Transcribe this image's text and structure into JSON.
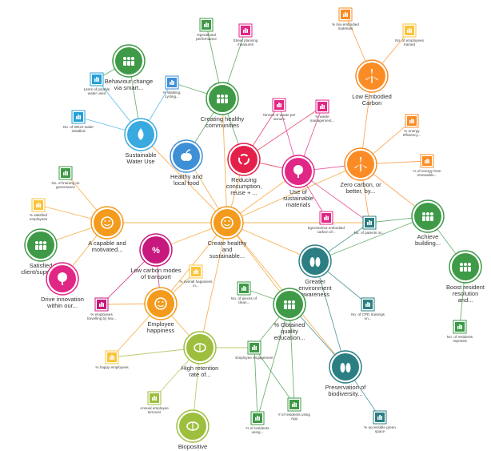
{
  "colors": {
    "orange": "#f49a1c",
    "deep_orange": "#fb8c25",
    "yellow": "#fbc43b",
    "green": "#3f9a47",
    "dark_green": "#2f7a3e",
    "lime": "#9ebf3e",
    "teal": "#2b7f83",
    "blue": "#3d8fd6",
    "light_blue": "#25a0d8",
    "sky": "#39a9e0",
    "magenta": "#c7187e",
    "pink": "#e12786",
    "red": "#e4204a",
    "olive": "#8fb43a"
  },
  "nodes": [
    {
      "id": "n1",
      "label": "Behaviour change via smart...",
      "icon": "people-icon",
      "color": "green",
      "kind": "goal"
    },
    {
      "id": "n2",
      "label": "Sustainable Water Use",
      "icon": "water-drop-icon",
      "color": "sky",
      "kind": "goal"
    },
    {
      "id": "n3",
      "label": "Creating healthy communities",
      "icon": "people-icon",
      "color": "green",
      "kind": "goal"
    },
    {
      "id": "n4",
      "label": "Healthy and local food",
      "icon": "apple-icon",
      "color": "blue",
      "kind": "goal"
    },
    {
      "id": "n5",
      "label": "Reducing consumption, reuse + ...",
      "icon": "recycle-icon",
      "color": "red",
      "kind": "goal"
    },
    {
      "id": "n6",
      "label": "Use of sustainable materials",
      "icon": "tree-icon",
      "color": "pink",
      "kind": "goal"
    },
    {
      "id": "n7",
      "label": "Low Embodied Carbon",
      "icon": "wind-turbine-icon",
      "color": "deep_orange",
      "kind": "goal"
    },
    {
      "id": "n8",
      "label": "Zero carbon, or better, by...",
      "icon": "wind-turbine-icon",
      "color": "deep_orange",
      "kind": "goal"
    },
    {
      "id": "n9",
      "label": "Achieve building...",
      "icon": "people-icon",
      "color": "green",
      "kind": "goal"
    },
    {
      "id": "n10",
      "label": "Boost resident resolution and...",
      "icon": "people-icon",
      "color": "green",
      "kind": "goal"
    },
    {
      "id": "n11",
      "label": "Greater environment awareness",
      "icon": "lungs-icon",
      "color": "teal",
      "kind": "goal"
    },
    {
      "id": "n12",
      "label": "% Obtained quality education...",
      "icon": "people-icon",
      "color": "green",
      "kind": "goal"
    },
    {
      "id": "n13",
      "label": "Preservation of biodiversity...",
      "icon": "lungs-icon",
      "color": "teal",
      "kind": "goal"
    },
    {
      "id": "n14",
      "label": "Create healthy and sustainable...",
      "icon": "smile-icon",
      "color": "orange",
      "kind": "goal"
    },
    {
      "id": "n15",
      "label": "A capable and motivated...",
      "icon": "smile-icon",
      "color": "orange",
      "kind": "goal"
    },
    {
      "id": "n16",
      "label": "Satisfied client/suppliers",
      "icon": "people-icon",
      "color": "green",
      "kind": "goal"
    },
    {
      "id": "n17",
      "label": "Drive innovation within our...",
      "icon": "tree-icon",
      "color": "pink",
      "kind": "goal"
    },
    {
      "id": "n18",
      "label": "Low carbon modes of transport",
      "icon": "percent-icon",
      "color": "magenta",
      "kind": "goal"
    },
    {
      "id": "n19",
      "label": "Employee happiness",
      "icon": "smile-icon",
      "color": "orange",
      "kind": "goal"
    },
    {
      "id": "n20",
      "label": "High retention rate of...",
      "icon": "brain-icon",
      "color": "lime",
      "kind": "goal"
    },
    {
      "id": "n21",
      "label": "Biopositive local",
      "icon": "brain-icon",
      "color": "lime",
      "kind": "goal"
    },
    {
      "id": "k1",
      "label": "Liters of potable water used",
      "color": "light_blue",
      "kind": "kpi"
    },
    {
      "id": "k2",
      "label": "No. of IWUS water installed",
      "color": "light_blue",
      "kind": "kpi"
    },
    {
      "id": "k3",
      "label": "Operational performance",
      "color": "green",
      "kind": "kpi"
    },
    {
      "id": "k4",
      "label": "% Walking, cycling...",
      "color": "blue",
      "kind": "kpi"
    },
    {
      "id": "k5",
      "label": "Street planning measures",
      "color": "pink",
      "kind": "kpi"
    },
    {
      "id": "k6",
      "label": "Tonnes of waste per annum",
      "color": "pink",
      "kind": "kpi"
    },
    {
      "id": "k7",
      "label": "% waste management...",
      "color": "pink",
      "kind": "kpi"
    },
    {
      "id": "k8",
      "label": "% low embodied materials",
      "color": "deep_orange",
      "kind": "kpi"
    },
    {
      "id": "k9",
      "label": "No. of employees trained",
      "color": "yellow",
      "kind": "kpi"
    },
    {
      "id": "k10",
      "label": "% energy efficiency...",
      "color": "deep_orange",
      "kind": "kpi"
    },
    {
      "id": "k11",
      "label": "% of energy from renewable...",
      "color": "deep_orange",
      "kind": "kpi"
    },
    {
      "id": "k12",
      "label": "kgCO2e/m2 embodied carbon of...",
      "color": "pink",
      "kind": "kpi"
    },
    {
      "id": "k13",
      "label": "No. of patents on...",
      "color": "teal",
      "kind": "kpi"
    },
    {
      "id": "k14",
      "label": "No. of training on governance",
      "color": "green",
      "kind": "kpi"
    },
    {
      "id": "k15",
      "label": "% satisfied employees",
      "color": "yellow",
      "kind": "kpi"
    },
    {
      "id": "k16",
      "label": "% overall happiness in...",
      "color": "yellow",
      "kind": "kpi"
    },
    {
      "id": "k17",
      "label": "% employees travelling by low...",
      "color": "magenta",
      "kind": "kpi"
    },
    {
      "id": "k18",
      "label": "No. of pieces of clean...",
      "color": "green",
      "kind": "kpi"
    },
    {
      "id": "k19",
      "label": "No. of CPD trainings on...",
      "color": "teal",
      "kind": "kpi"
    },
    {
      "id": "k20",
      "label": "No. of residents reported",
      "color": "green",
      "kind": "kpi"
    },
    {
      "id": "k21",
      "label": "% happy employees",
      "color": "yellow",
      "kind": "kpi"
    },
    {
      "id": "k22",
      "label": "Employee engagement",
      "color": "green",
      "kind": "kpi"
    },
    {
      "id": "k23",
      "label": "Annual employee turnover",
      "color": "lime",
      "kind": "kpi"
    },
    {
      "id": "k24",
      "label": "% of residents using...",
      "color": "green",
      "kind": "kpi"
    },
    {
      "id": "k25",
      "label": "# of residents using App",
      "color": "green",
      "kind": "kpi"
    },
    {
      "id": "k26",
      "label": "% accessible green space",
      "color": "teal",
      "kind": "kpi"
    }
  ],
  "edges": [
    [
      "n14",
      "n3"
    ],
    [
      "n14",
      "n4"
    ],
    [
      "n14",
      "n5"
    ],
    [
      "n14",
      "n6"
    ],
    [
      "n14",
      "n8"
    ],
    [
      "n14",
      "n11"
    ],
    [
      "n14",
      "n12"
    ],
    [
      "n14",
      "n15"
    ],
    [
      "n14",
      "n18"
    ],
    [
      "n14",
      "n19"
    ],
    [
      "n14",
      "n20"
    ],
    [
      "n14",
      "n2"
    ],
    [
      "n14",
      "n13"
    ],
    [
      "n14",
      "k13"
    ],
    [
      "n1",
      "n2"
    ],
    [
      "n1",
      "k1"
    ],
    [
      "n2",
      "k1"
    ],
    [
      "n2",
      "k2"
    ],
    [
      "n2",
      "k4"
    ],
    [
      "n3",
      "k3"
    ],
    [
      "n3",
      "k5"
    ],
    [
      "n3",
      "k4"
    ],
    [
      "n3",
      "n4"
    ],
    [
      "n3",
      "n5"
    ],
    [
      "n5",
      "k6"
    ],
    [
      "n5",
      "k7"
    ],
    [
      "n5",
      "n6"
    ],
    [
      "n6",
      "k6"
    ],
    [
      "n6",
      "k7"
    ],
    [
      "n6",
      "k12"
    ],
    [
      "n6",
      "n8"
    ],
    [
      "n6",
      "k13"
    ],
    [
      "n7",
      "k8"
    ],
    [
      "n7",
      "k9"
    ],
    [
      "n7",
      "n8"
    ],
    [
      "n8",
      "k10"
    ],
    [
      "n8",
      "k11"
    ],
    [
      "n8",
      "n9"
    ],
    [
      "n8",
      "k13"
    ],
    [
      "n9",
      "k13"
    ],
    [
      "n9",
      "n10"
    ],
    [
      "n9",
      "n11"
    ],
    [
      "n10",
      "k20"
    ],
    [
      "n11",
      "k19"
    ],
    [
      "n11",
      "k13"
    ],
    [
      "n11",
      "n13"
    ],
    [
      "n12",
      "k18"
    ],
    [
      "n12",
      "k25"
    ],
    [
      "n12",
      "k24"
    ],
    [
      "n13",
      "k26"
    ],
    [
      "n13",
      "n12"
    ],
    [
      "n15",
      "k14"
    ],
    [
      "n15",
      "k15"
    ],
    [
      "n15",
      "n16"
    ],
    [
      "n15",
      "n17"
    ],
    [
      "n18",
      "k17"
    ],
    [
      "n18",
      "n19"
    ],
    [
      "n19",
      "k16"
    ],
    [
      "n19",
      "k17"
    ],
    [
      "n19",
      "k21"
    ],
    [
      "n19",
      "n20"
    ],
    [
      "n20",
      "k22"
    ],
    [
      "n20",
      "k23"
    ],
    [
      "n20",
      "n21"
    ],
    [
      "n20",
      "k21"
    ],
    [
      "k22",
      "k24"
    ],
    [
      "k22",
      "k25"
    ],
    [
      "k22",
      "n12"
    ]
  ]
}
